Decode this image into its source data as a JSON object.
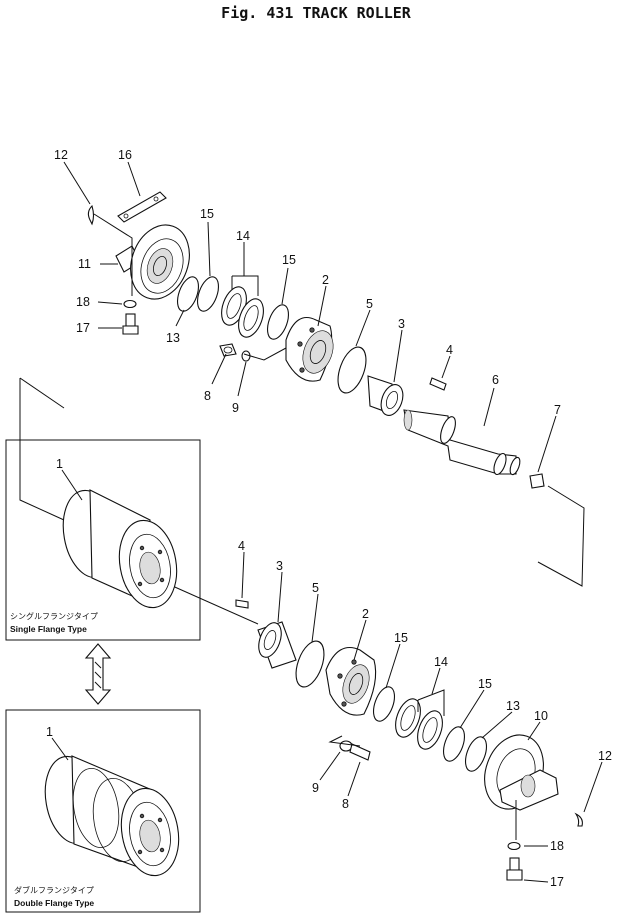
{
  "title": "Fig. 431   TRACK ROLLER",
  "callouts": {
    "upper": {
      "p12": "12",
      "p16": "16",
      "p11": "11",
      "p18": "18",
      "p17": "17",
      "p13": "13",
      "p15a": "15",
      "p14": "14",
      "p15b": "15",
      "p2": "2",
      "p5": "5",
      "p3": "3",
      "p4": "4",
      "p6": "6",
      "p7": "7",
      "p8": "8",
      "p9": "9"
    },
    "lower": {
      "p4": "4",
      "p3": "3",
      "p5": "5",
      "p2": "2",
      "p15a": "15",
      "p14": "14",
      "p15b": "15",
      "p13": "13",
      "p10": "10",
      "p12": "12",
      "p9": "9",
      "p8": "8",
      "p18": "18",
      "p17": "17"
    },
    "single_roller": "1",
    "double_roller": "1"
  },
  "captions": {
    "single_jp": "シングルフランジタイプ",
    "single_en": "Single  Flange  Type",
    "double_jp": "ダブルフランジタイプ",
    "double_en": "Double  Flange  Type"
  }
}
